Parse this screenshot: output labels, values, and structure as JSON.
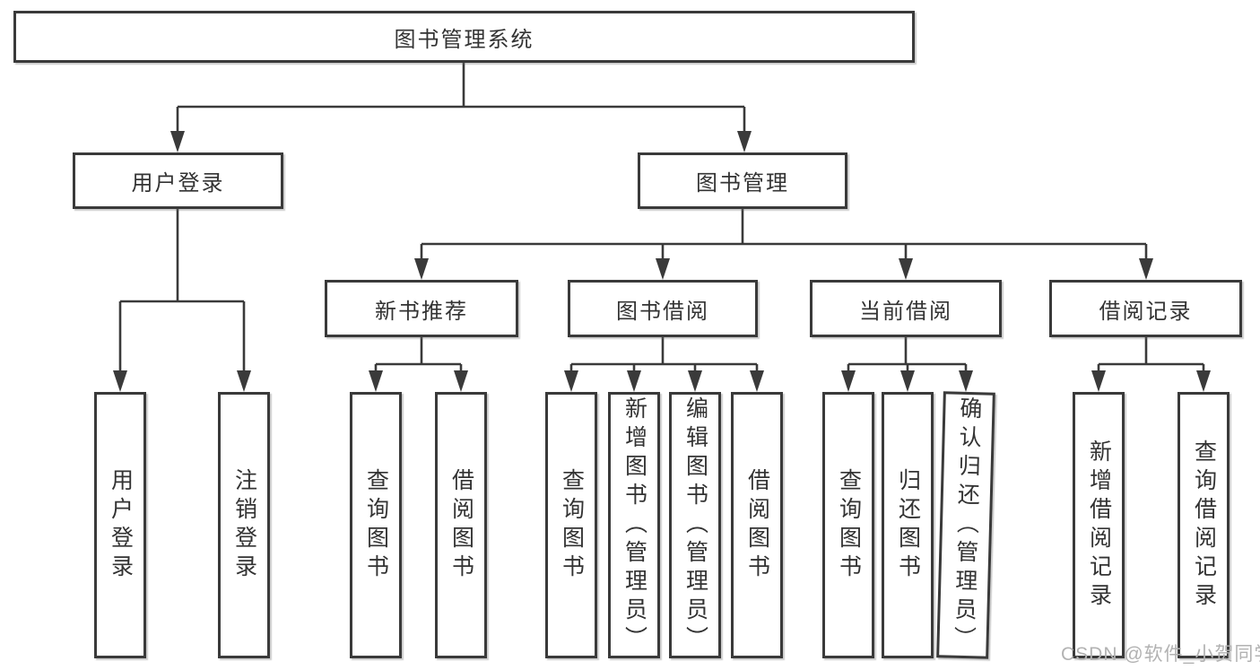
{
  "diagram": {
    "root": {
      "label": "图书管理系统"
    },
    "branches": {
      "user_login": {
        "label": "用户登录",
        "children": [
          {
            "label": "用户登录"
          },
          {
            "label": "注销登录"
          }
        ]
      },
      "book_management": {
        "label": "图书管理",
        "children": [
          {
            "label": "新书推荐",
            "children": [
              {
                "label": "查询图书"
              },
              {
                "label": "借阅图书"
              }
            ]
          },
          {
            "label": "图书借阅",
            "children": [
              {
                "label": "查询图书"
              },
              {
                "label": "新增图书（管理员）"
              },
              {
                "label": "编辑图书（管理员）"
              },
              {
                "label": "借阅图书"
              }
            ]
          },
          {
            "label": "当前借阅",
            "children": [
              {
                "label": "查询图书"
              },
              {
                "label": "归还图书"
              },
              {
                "label": "确认归还（管理员）"
              }
            ]
          },
          {
            "label": "借阅记录",
            "children": [
              {
                "label": "新增借阅记录"
              },
              {
                "label": "查询借阅记录"
              }
            ]
          }
        ]
      }
    }
  },
  "watermark": {
    "text": "CSDN @软件_小贺同学",
    "color": "#b2b2b2"
  },
  "colors": {
    "line": "#3a3a3a",
    "border": "#3a3a3a",
    "text": "#333333",
    "background": "#ffffff"
  }
}
